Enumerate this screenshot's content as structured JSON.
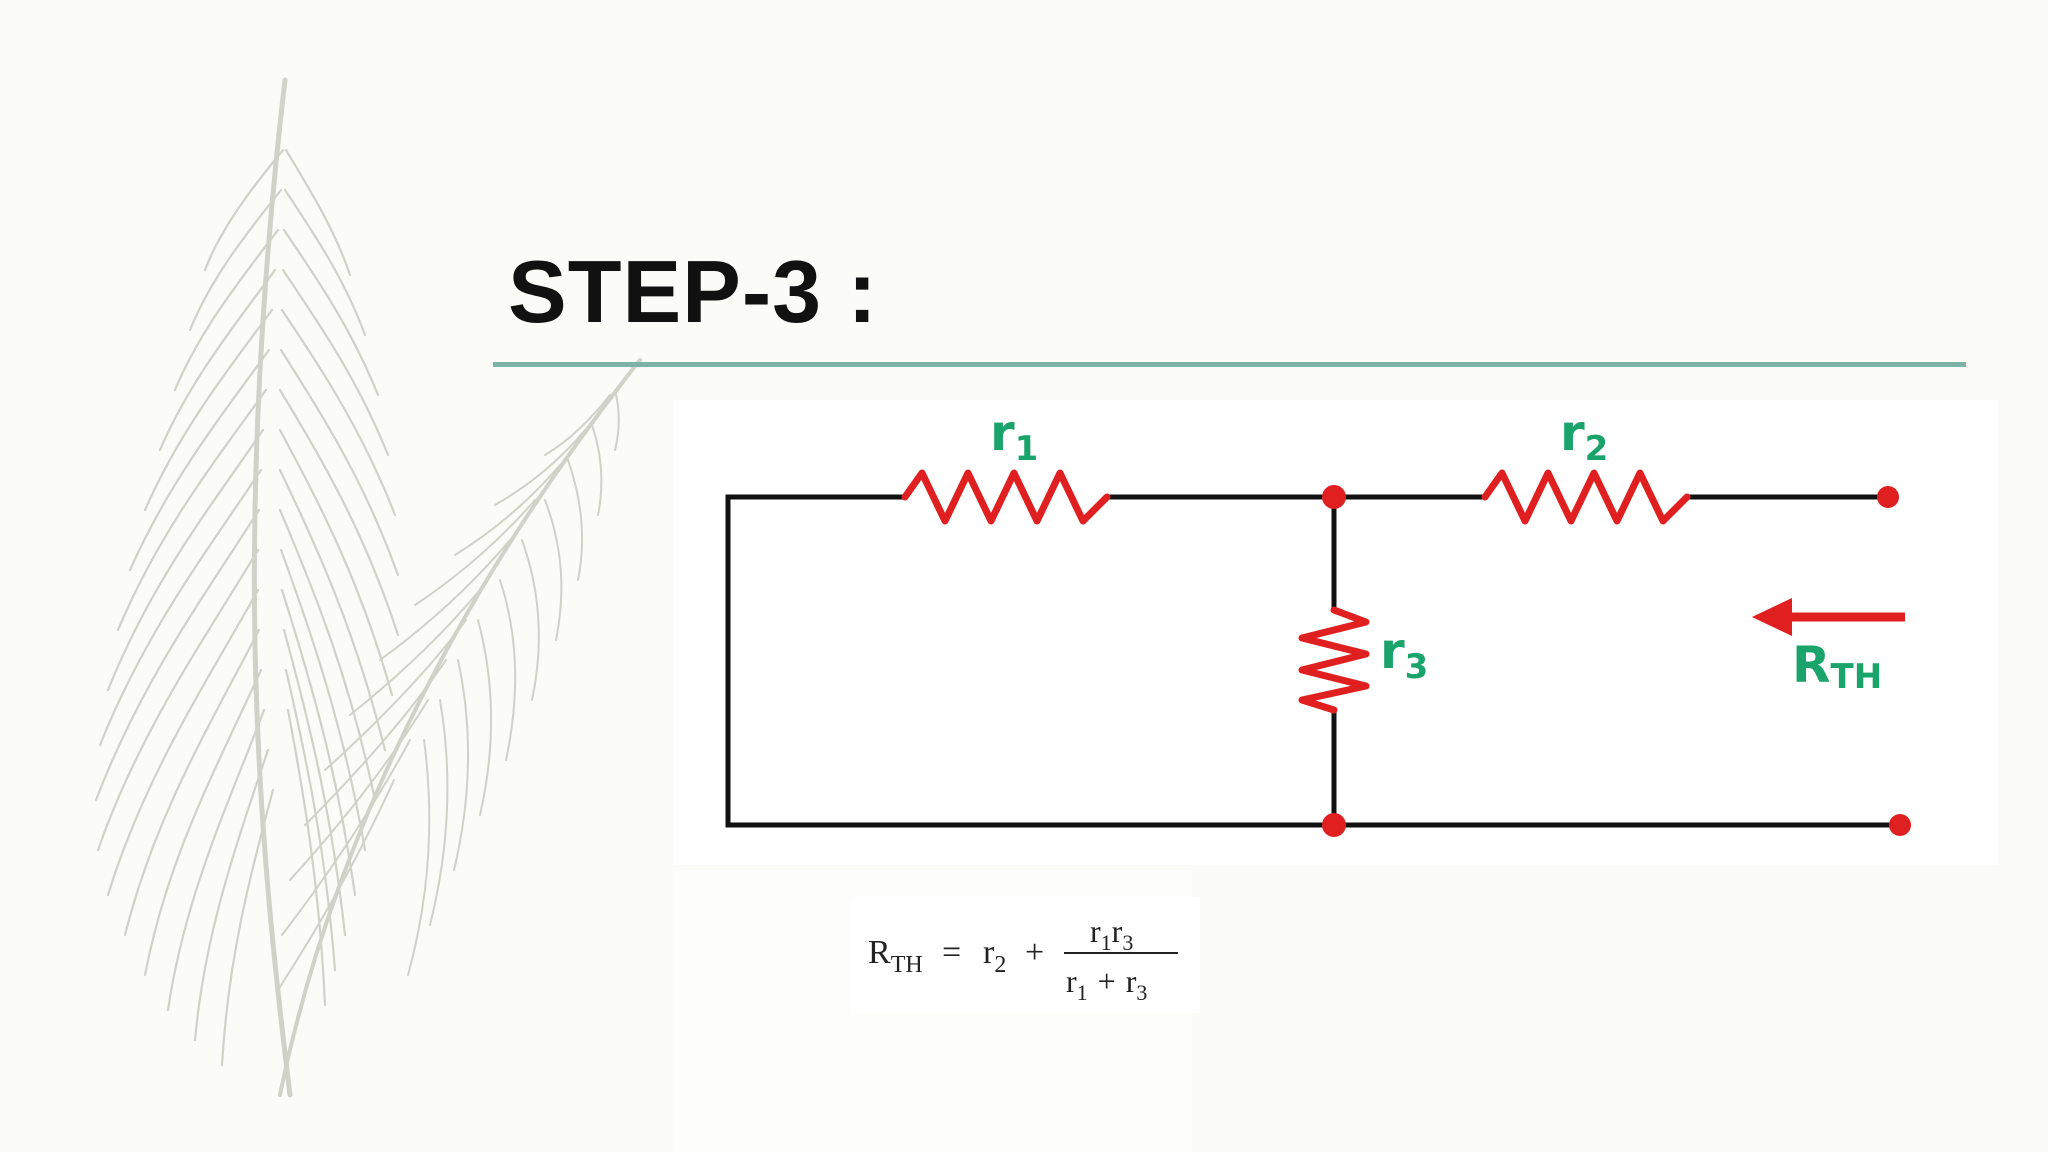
{
  "slide": {
    "title": "STEP-3 :"
  },
  "circuit": {
    "labels": {
      "r1": {
        "base": "r",
        "sub": "1"
      },
      "r2": {
        "base": "r",
        "sub": "2"
      },
      "r3": {
        "base": "r",
        "sub": "3"
      },
      "rth": {
        "base": "R",
        "sub": "TH"
      }
    },
    "colors": {
      "wire": "#111111",
      "resistor": "#e02020",
      "label": "#1aa36a",
      "node": "#e02020",
      "arrow": "#e02020"
    }
  },
  "formula": {
    "lhs_base": "R",
    "lhs_sub": "TH",
    "equals": "=",
    "term_base": "r",
    "term_sub": "2",
    "plus": "+",
    "numerator": {
      "a_base": "r",
      "a_sub": "1",
      "b_base": "r",
      "b_sub": "3"
    },
    "denominator": {
      "a_base": "r",
      "a_sub": "1",
      "plus": "+",
      "b_base": "r",
      "b_sub": "3"
    }
  }
}
